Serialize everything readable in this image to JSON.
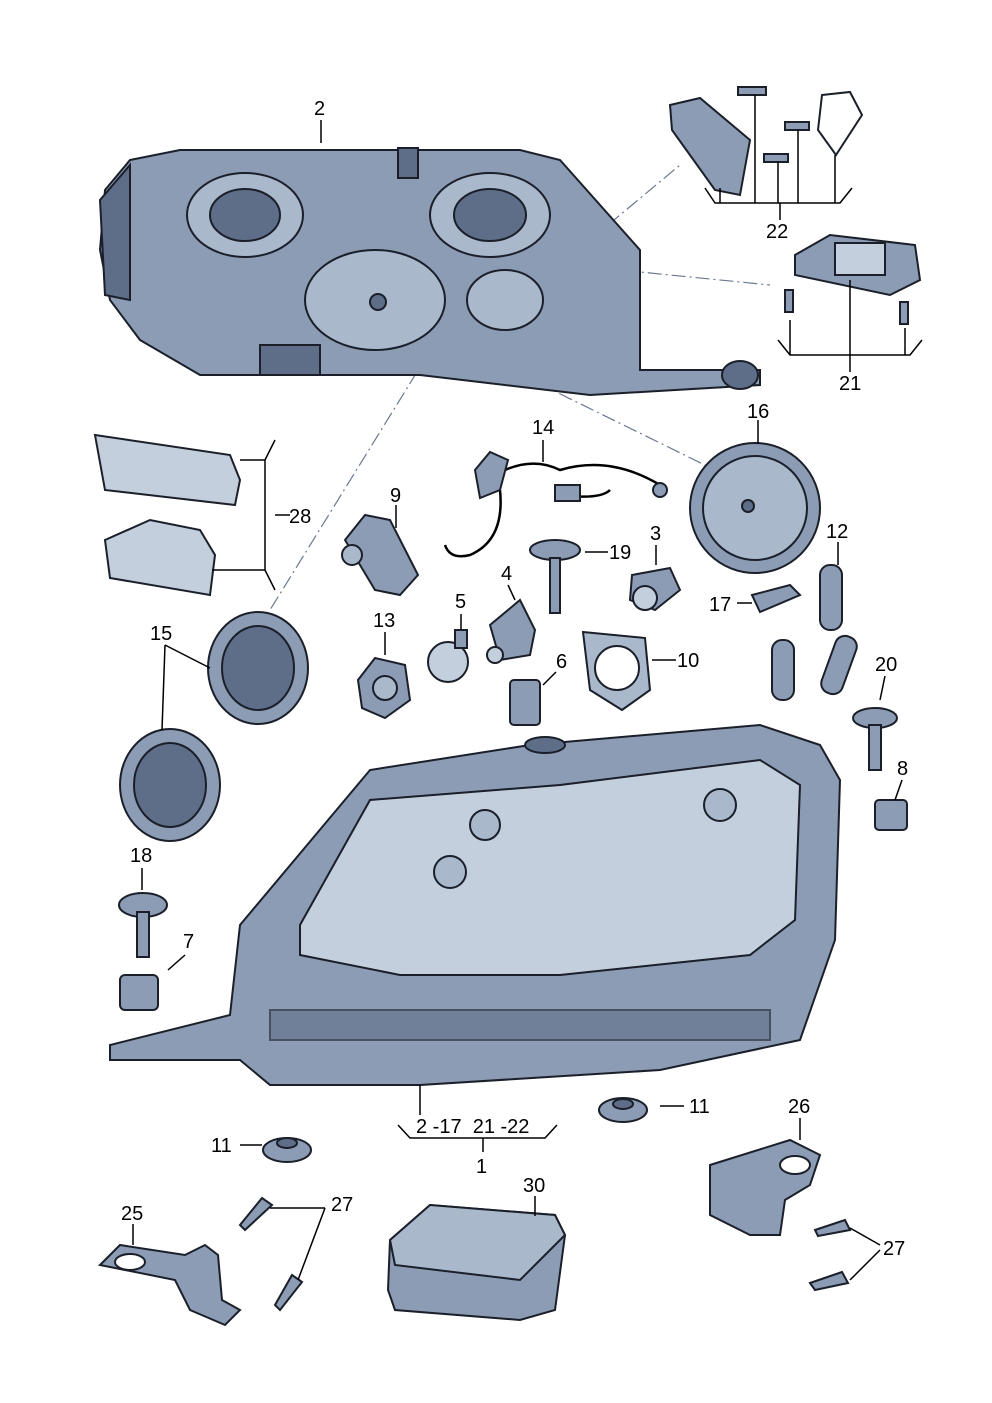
{
  "diagram": {
    "title": "Headlight assembly parts diagram",
    "colors": {
      "part": "#8c9cb4",
      "outline": "#1a1f2a",
      "label": "#000000"
    },
    "callouts": {
      "c2": "2",
      "c22": "22",
      "c21": "21",
      "c16": "16",
      "c14": "14",
      "c28": "28",
      "c9": "9",
      "c19": "19",
      "c3": "3",
      "c12": "12",
      "c15": "15",
      "c13": "13",
      "c5": "5",
      "c4": "4",
      "c17": "17",
      "c6": "6",
      "c10": "10",
      "c20": "20",
      "c8": "8",
      "c18": "18",
      "c7": "7",
      "c11a": "11",
      "c11b": "11",
      "range": "2 -17  21 -22",
      "c1": "1",
      "c26": "26",
      "c30": "30",
      "c27a": "27",
      "c25": "25",
      "c27b": "27"
    }
  }
}
